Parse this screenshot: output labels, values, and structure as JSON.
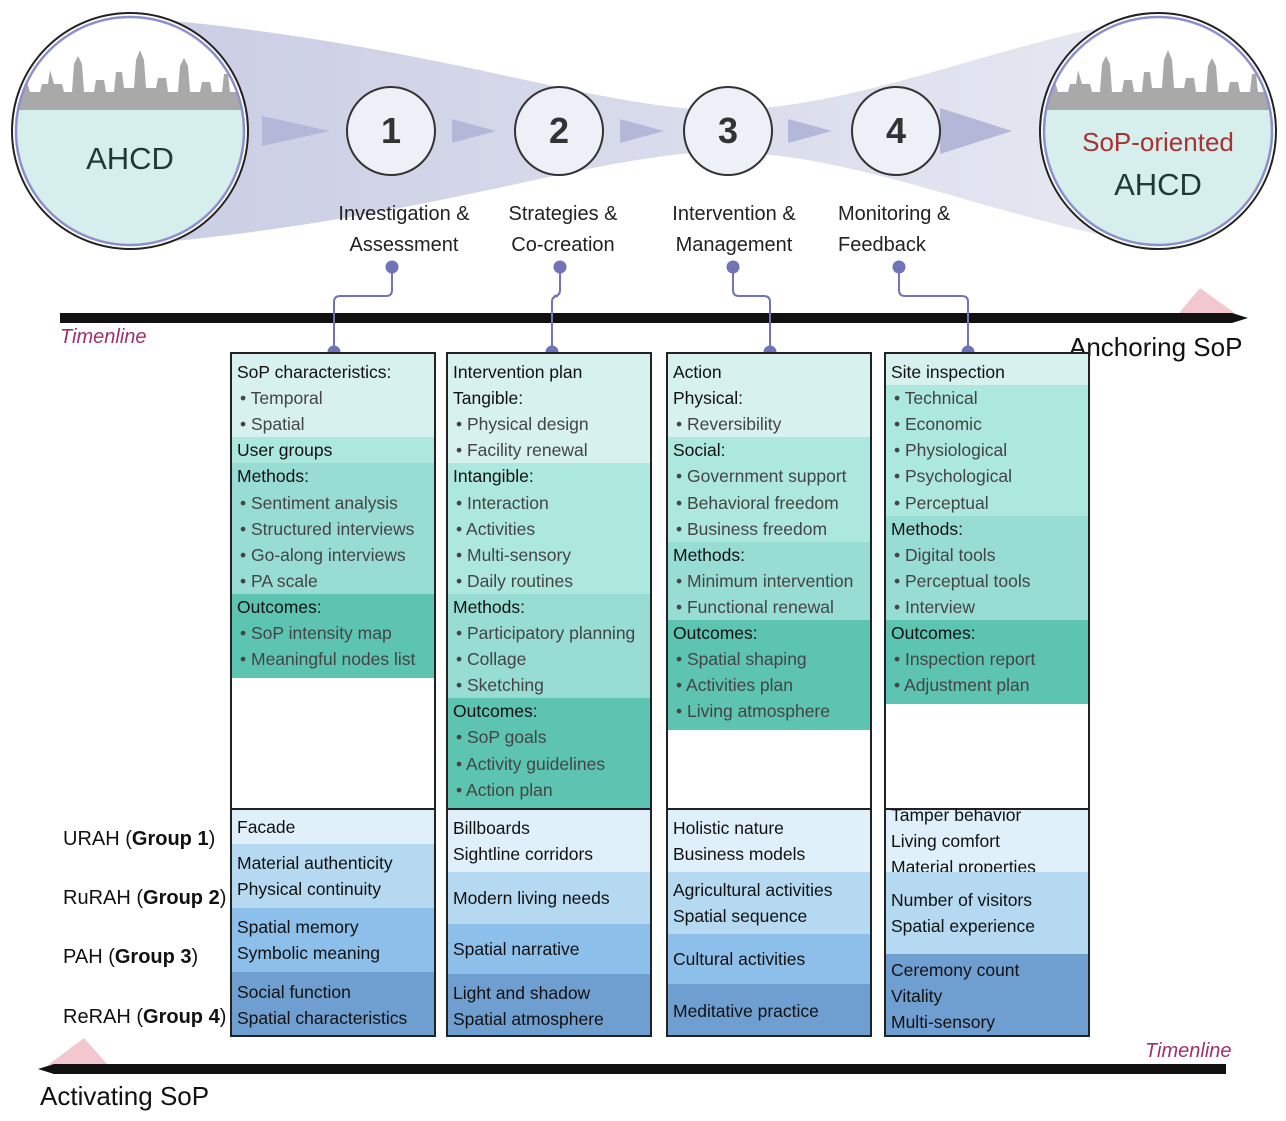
{
  "circles": {
    "start": {
      "label": "AHCD"
    },
    "end": {
      "label_top": "SoP-oriented",
      "label_bottom": "AHCD",
      "label_top_color": "#a83232"
    }
  },
  "steps": [
    {
      "number": "1",
      "label_line1": "Investigation &",
      "label_line2": "Assessment"
    },
    {
      "number": "2",
      "label_line1": "Strategies &",
      "label_line2": "Co-creation"
    },
    {
      "number": "3",
      "label_line1": "Intervention &",
      "label_line2": "Management"
    },
    {
      "number": "4",
      "label_line1": "Monitoring &",
      "label_line2": "Feedback"
    }
  ],
  "timeline_top": {
    "label": "Timenline",
    "end_label": "Anchoring SoP"
  },
  "timeline_bottom": {
    "label": "Timenline",
    "start_label": "Activating SoP"
  },
  "groups": [
    {
      "prefix": "URAH (",
      "group": "Group 1",
      "suffix": ")"
    },
    {
      "prefix": "RuRAH (",
      "group": "Group 2",
      "suffix": ")"
    },
    {
      "prefix": "PAH (",
      "group": "Group 3",
      "suffix": ")"
    },
    {
      "prefix": "ReRAH (",
      "group": "Group 4",
      "suffix": ")"
    }
  ],
  "colors": {
    "mint_light": "#d6f1ee",
    "mint": "#ace8de",
    "teal_mid": "#97ddd3",
    "teal_dark": "#5cc4b0",
    "blue_1": "#dff0fa",
    "blue_2": "#b4d9f0",
    "blue_3": "#8cbfea",
    "blue_4": "#6f9fd0",
    "cone": "#c9cde3",
    "connector": "#6f74b8",
    "timeline_accent": "#a0306b"
  },
  "columns": [
    {
      "upper": [
        {
          "text": "SoP characteristics:",
          "kind": "head"
        },
        {
          "text": "• Temporal",
          "kind": "bullet"
        },
        {
          "text": "• Spatial",
          "kind": "bullet"
        },
        {
          "text": "User groups",
          "kind": "head"
        },
        {
          "text": "Methods:",
          "kind": "head"
        },
        {
          "text": "• Sentiment analysis",
          "kind": "bullet"
        },
        {
          "text": "• Structured interviews",
          "kind": "bullet"
        },
        {
          "text": "• Go-along interviews",
          "kind": "bullet"
        },
        {
          "text": "• PA scale",
          "kind": "bullet"
        },
        {
          "text": "Outcomes:",
          "kind": "head"
        },
        {
          "text": "• SoP intensity map",
          "kind": "bullet"
        },
        {
          "text": "• Meaningful nodes list",
          "kind": "bullet"
        }
      ],
      "lower": [
        [
          "Facade"
        ],
        [
          "Material authenticity",
          "Physical continuity"
        ],
        [
          "Spatial memory",
          "Symbolic meaning"
        ],
        [
          "Social function",
          "Spatial characteristics"
        ]
      ]
    },
    {
      "upper": [
        {
          "text": "Intervention plan",
          "kind": "head"
        },
        {
          "text": "Tangible:",
          "kind": "head"
        },
        {
          "text": "• Physical design",
          "kind": "bullet"
        },
        {
          "text": "• Facility renewal",
          "kind": "bullet"
        },
        {
          "text": "Intangible:",
          "kind": "head"
        },
        {
          "text": "• Interaction",
          "kind": "bullet"
        },
        {
          "text": "• Activities",
          "kind": "bullet"
        },
        {
          "text": "• Multi-sensory",
          "kind": "bullet"
        },
        {
          "text": "• Daily routines",
          "kind": "bullet"
        },
        {
          "text": "Methods:",
          "kind": "head"
        },
        {
          "text": "• Participatory planning",
          "kind": "bullet"
        },
        {
          "text": "• Collage",
          "kind": "bullet"
        },
        {
          "text": "• Sketching",
          "kind": "bullet"
        },
        {
          "text": "Outcomes:",
          "kind": "head"
        },
        {
          "text": "• SoP goals",
          "kind": "bullet"
        },
        {
          "text": "• Activity guidelines",
          "kind": "bullet"
        },
        {
          "text": "• Action plan",
          "kind": "bullet"
        }
      ],
      "lower": [
        [
          "Billboards",
          "Sightline corridors"
        ],
        [
          "Modern living needs"
        ],
        [
          "Spatial narrative"
        ],
        [
          "Light and shadow",
          "Spatial atmosphere"
        ]
      ]
    },
    {
      "upper": [
        {
          "text": "Action",
          "kind": "head"
        },
        {
          "text": "Physical:",
          "kind": "head"
        },
        {
          "text": "• Reversibility",
          "kind": "bullet"
        },
        {
          "text": "Social:",
          "kind": "head"
        },
        {
          "text": "• Government support",
          "kind": "bullet"
        },
        {
          "text": "• Behavioral freedom",
          "kind": "bullet"
        },
        {
          "text": "• Business freedom",
          "kind": "bullet"
        },
        {
          "text": "Methods:",
          "kind": "head"
        },
        {
          "text": "• Minimum intervention",
          "kind": "bullet"
        },
        {
          "text": "• Functional renewal",
          "kind": "bullet"
        },
        {
          "text": "Outcomes:",
          "kind": "head"
        },
        {
          "text": "• Spatial shaping",
          "kind": "bullet"
        },
        {
          "text": "• Activities plan",
          "kind": "bullet"
        },
        {
          "text": "• Living atmosphere",
          "kind": "bullet"
        }
      ],
      "lower": [
        [
          "Holistic nature",
          "Business models"
        ],
        [
          "Agricultural activities",
          "Spatial sequence"
        ],
        [
          "Cultural activities"
        ],
        [
          "Meditative practice"
        ]
      ]
    },
    {
      "upper": [
        {
          "text": "Site inspection",
          "kind": "head"
        },
        {
          "text": "• Technical",
          "kind": "bullet"
        },
        {
          "text": "• Economic",
          "kind": "bullet"
        },
        {
          "text": "• Physiological",
          "kind": "bullet"
        },
        {
          "text": "• Psychological",
          "kind": "bullet"
        },
        {
          "text": "• Perceptual",
          "kind": "bullet"
        },
        {
          "text": "Methods:",
          "kind": "head"
        },
        {
          "text": "• Digital tools",
          "kind": "bullet"
        },
        {
          "text": "• Perceptual tools",
          "kind": "bullet"
        },
        {
          "text": "• Interview",
          "kind": "bullet"
        },
        {
          "text": "Outcomes:",
          "kind": "head"
        },
        {
          "text": "• Inspection report",
          "kind": "bullet"
        },
        {
          "text": "• Adjustment plan",
          "kind": "bullet"
        }
      ],
      "lower": [
        [
          "Tamper behavior",
          "Living comfort",
          "Material properties"
        ],
        [
          "Number of visitors",
          "Spatial experience"
        ],
        [
          "Ceremony count",
          "Vitality",
          "Multi-sensory"
        ]
      ]
    }
  ]
}
